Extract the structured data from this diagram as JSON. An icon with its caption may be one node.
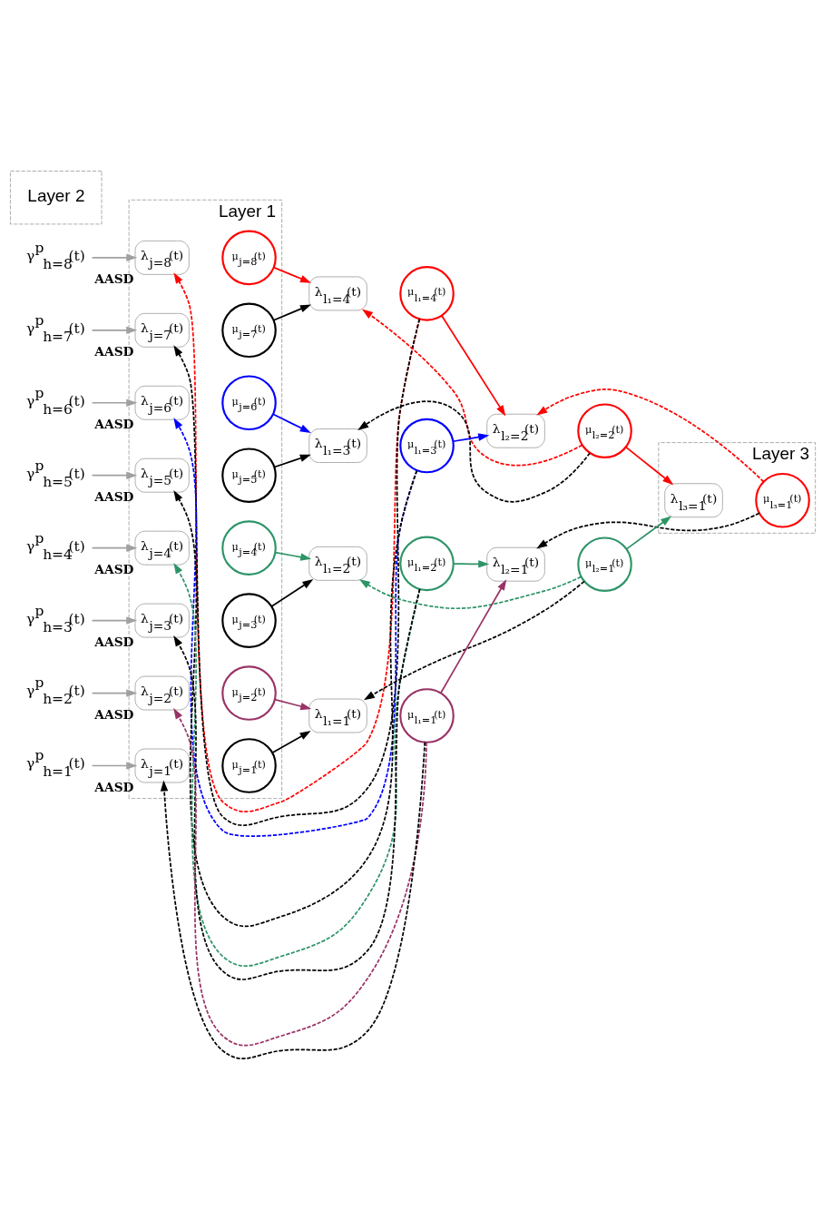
{
  "diagram": {
    "nodes": [
      {
        "text": [
          "Layer 1"
        ]
      },
      {
        "text": [
          "Layer 2"
        ]
      },
      {
        "text": [
          "Layer 3"
        ]
      },
      {
        "text": [
          "γ$^{p}$$_{h=8}$(t)"
        ]
      },
      {
        "text": [
          "λ$_{j=8}$(t)"
        ],
        "in": 0,
        "beside": [
          "AASD"
        ]
      },
      {
        "text": [
          "μ$_{j=8}$(t)"
        ],
        "in": 0
      },
      {
        "text": [
          "γ$^{p}$$_{h=7}$(t)"
        ]
      },
      {
        "text": [
          "λ$_{j=7}$(t)"
        ],
        "in": 0,
        "beside": [
          "AASD"
        ]
      },
      {
        "text": [
          "μ$_{j=7}$(t)"
        ],
        "in": 0
      },
      {
        "text": [
          "λ$_{l₁=4}$(t)"
        ]
      },
      {
        "text": [
          "μ$_{l₁=4}$(t)"
        ]
      },
      {
        "text": [
          "λ$_{l₂=2}$(t)"
        ]
      },
      {
        "text": [
          "μ$_{l₂=2}$(t)"
        ]
      },
      {
        "text": [
          "γ$^{p}$$_{h=6}$(t)"
        ]
      },
      {
        "text": [
          "λ$_{j=6}$(t)"
        ],
        "in": 0,
        "beside": [
          "AASD"
        ]
      },
      {
        "text": [
          "μ$_{j=6}$(t)"
        ],
        "in": 0
      },
      {
        "text": [
          "γ$^{p}$$_{h=5}$(t)"
        ]
      },
      {
        "text": [
          "λ$_{j=5}$(t)"
        ],
        "in": 0,
        "beside": [
          "AASD"
        ]
      },
      {
        "text": [
          "μ$_{j=5}$(t)"
        ],
        "in": 0
      },
      {
        "text": [
          "λ$_{l₁=3}$(t)"
        ]
      },
      {
        "text": [
          "μ$_{l₁=3}$(t)"
        ]
      },
      {
        "text": [
          "λ$_{l₃=1}$(t)"
        ],
        "in": 2
      },
      {
        "text": [
          "μ$_{l₃=1}$(t)"
        ],
        "in": 2
      },
      {
        "text": [
          "γ$^{p}$$_{h=4}$(t)"
        ]
      },
      {
        "text": [
          "λ$_{j=4}$(t)"
        ],
        "in": 0,
        "beside": [
          "AASD"
        ]
      },
      {
        "text": [
          "μ$_{j=4}$(t)"
        ],
        "in": 0
      },
      {
        "text": [
          "γ$^{p}$$_{h=3}$(t)"
        ]
      },
      {
        "text": [
          "λ$_{j=3}$(t)"
        ],
        "in": 0,
        "beside": [
          "AASD"
        ]
      },
      {
        "text": [
          "μ$_{j=3}$(t)"
        ],
        "in": 0
      },
      {
        "text": [
          "λ$_{l₁=2}$(t)"
        ]
      },
      {
        "text": [
          "μ$_{l₁=2}$(t)"
        ]
      },
      {
        "text": [
          "λ$_{l₂=1}$(t)"
        ]
      },
      {
        "text": [
          "μ$_{l₂=1}$(t)"
        ]
      },
      {
        "text": [
          "γ$^{p}$$_{h=2}$(t)"
        ]
      },
      {
        "text": [
          "λ$_{j=2}$(t)"
        ],
        "in": 0,
        "beside": [
          "AASD"
        ]
      },
      {
        "text": [
          "μ$_{j=2}$(t)"
        ],
        "in": 0
      },
      {
        "text": [
          "γ$^{p}$$_{h=1}$(t)"
        ]
      },
      {
        "text": [
          "λ$_{j=1}$(t)"
        ],
        "in": 0,
        "beside": [
          "AASD"
        ]
      },
      {
        "text": [
          "μ$_{j=1}$(t)"
        ],
        "in": 0
      },
      {
        "text": [
          "λ$_{l₁=1}$(t)"
        ]
      },
      {
        "text": [
          "μ$_{l₁=1}$(t)"
        ]
      }
    ],
    "edges": [
      {
        "from": 3,
        "to": 4,
        "arrow": "to",
        "color": "#a0a0a0"
      },
      {
        "from": 6,
        "to": 7,
        "arrow": "to",
        "color": "#a0a0a0"
      },
      {
        "from": 13,
        "to": 14,
        "arrow": "to",
        "color": "#a0a0a0"
      },
      {
        "from": 16,
        "to": 17,
        "arrow": "to",
        "color": "#a0a0a0"
      },
      {
        "from": 23,
        "to": 24,
        "arrow": "to",
        "color": "#a0a0a0"
      },
      {
        "from": 26,
        "to": 27,
        "arrow": "to",
        "color": "#a0a0a0"
      },
      {
        "from": 33,
        "to": 34,
        "arrow": "to",
        "color": "#a0a0a0"
      },
      {
        "from": 36,
        "to": 37,
        "arrow": "to",
        "color": "#a0a0a0"
      },
      {
        "from": 5,
        "to": 9,
        "arrow": "to",
        "color": "#ff0000"
      },
      {
        "from": 8,
        "to": 9,
        "arrow": "to"
      },
      {
        "from": 10,
        "to": 11,
        "arrow": "to",
        "color": "#ff0000"
      },
      {
        "from": 15,
        "to": 19,
        "arrow": "to",
        "color": "#0000ff"
      },
      {
        "from": 18,
        "to": 19,
        "arrow": "to"
      },
      {
        "from": 20,
        "to": 11,
        "arrow": "to",
        "color": "#0000ff"
      },
      {
        "from": 12,
        "to": 21,
        "arrow": "to",
        "color": "#ff0000"
      },
      {
        "from": 25,
        "to": 29,
        "arrow": "to",
        "color": "#2e9467"
      },
      {
        "from": 28,
        "to": 29,
        "arrow": "to"
      },
      {
        "from": 30,
        "to": 31,
        "arrow": "to",
        "color": "#2e9467"
      },
      {
        "from": 35,
        "to": 39,
        "arrow": "to",
        "color": "#993366"
      },
      {
        "from": 38,
        "to": 39,
        "arrow": "to"
      },
      {
        "from": 40,
        "to": 31,
        "arrow": "to",
        "color": "#993366"
      },
      {
        "from": 32,
        "to": 21,
        "arrow": "to",
        "color": "#2e9467"
      },
      {
        "from": 10,
        "to": 4,
        "arrow": "to",
        "style": "dashed",
        "color": "#ff0000"
      },
      {
        "from": 10,
        "to": 7,
        "arrow": "to",
        "style": "dashed"
      },
      {
        "from": 12,
        "to": 9,
        "arrow": "to",
        "style": "dashed",
        "color": "#ff0000"
      },
      {
        "from": 12,
        "to": 19,
        "arrow": "to",
        "style": "dashed"
      },
      {
        "from": 20,
        "to": 14,
        "arrow": "to",
        "style": "dashed",
        "color": "#0000ff"
      },
      {
        "from": 20,
        "to": 17,
        "arrow": "to",
        "style": "dashed"
      },
      {
        "from": 22,
        "to": 11,
        "arrow": "to",
        "style": "dashed",
        "color": "#ff0000"
      },
      {
        "from": 22,
        "to": 31,
        "arrow": "to",
        "style": "dashed"
      },
      {
        "from": 30,
        "to": 24,
        "arrow": "to",
        "style": "dashed",
        "color": "#2e9467"
      },
      {
        "from": 30,
        "to": 27,
        "arrow": "to",
        "style": "dashed"
      },
      {
        "from": 32,
        "to": 29,
        "arrow": "to",
        "style": "dashed",
        "color": "#2e9467"
      },
      {
        "from": 32,
        "to": 39,
        "arrow": "to",
        "style": "dashed"
      },
      {
        "from": 40,
        "to": 34,
        "arrow": "to",
        "style": "dashed",
        "color": "#993366"
      },
      {
        "from": 40,
        "to": 37,
        "arrow": "to",
        "style": "dashed"
      }
    ]
  }
}
